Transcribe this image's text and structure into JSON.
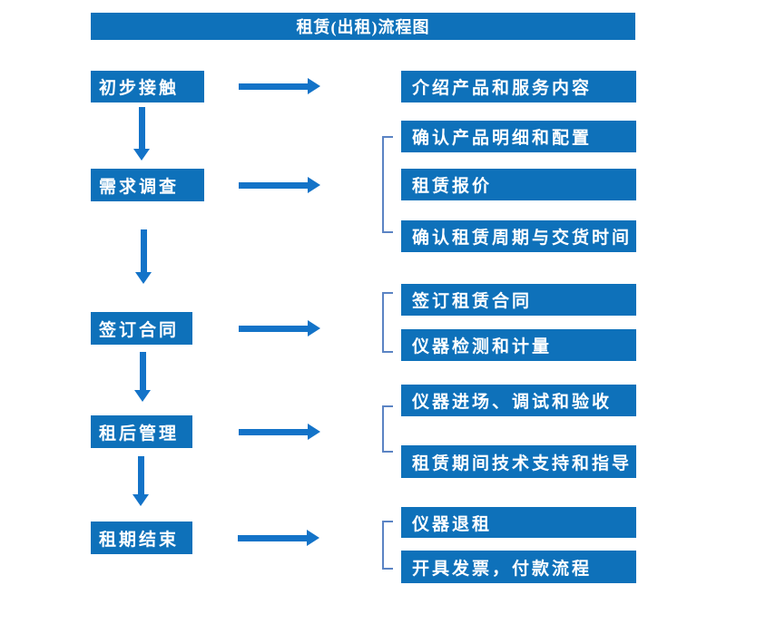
{
  "title": "租赁(出租)流程图",
  "colors": {
    "box_blue": "#0E71BA",
    "arrow_blue": "#1373C8",
    "bracket_blue": "#5B84C4",
    "text_white": "#FFFFFF",
    "background": "#FFFFFF"
  },
  "left_steps": [
    {
      "label": "初步接触"
    },
    {
      "label": "需求调查"
    },
    {
      "label": "签订合同"
    },
    {
      "label": "租后管理"
    },
    {
      "label": "租期结束"
    }
  ],
  "right_details": [
    {
      "label": "介绍产品和服务内容"
    },
    {
      "label": "确认产品明细和配置"
    },
    {
      "label": "租赁报价"
    },
    {
      "label": "确认租赁周期与交货时间"
    },
    {
      "label": "签订租赁合同"
    },
    {
      "label": "仪器检测和计量"
    },
    {
      "label": "仪器进场、调试和验收"
    },
    {
      "label": "租赁期间技术支持和指导"
    },
    {
      "label": "仪器退租"
    },
    {
      "label": "开具发票，付款流程"
    }
  ]
}
